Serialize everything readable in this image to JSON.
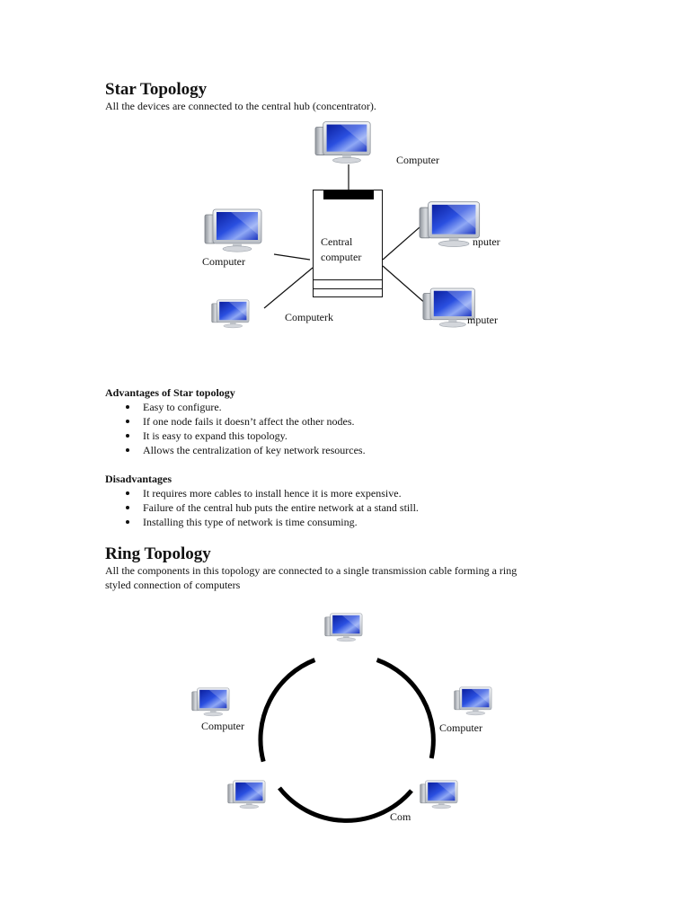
{
  "star": {
    "title": "Star Topology",
    "intro": "All the devices are connected to the central hub (concentrator).",
    "hub_label_line1": "Central",
    "hub_label_line2": "computer",
    "labels": {
      "top": "Computer",
      "left": "Computer",
      "right_upper": "nputer",
      "right_lower": "mputer",
      "bottom_left": "Computerk"
    },
    "advantages_heading": "Advantages of Star topology",
    "advantages": [
      "Easy to configure.",
      "If one node fails it doesn’t affect the other nodes.",
      "It is easy to expand this topology.",
      "Allows the centralization of key network resources."
    ],
    "disadvantages_heading": "Disadvantages",
    "disadvantages": [
      "It requires more cables to install hence it is more expensive.",
      "Failure of the central hub puts the entire network at a stand still.",
      "Installing this type of network is time consuming."
    ]
  },
  "ring": {
    "title": "Ring Topology",
    "intro_line1": "All the components in this topology are connected to a single transmission cable forming a ring",
    "intro_line2": "styled connection of computers",
    "labels": {
      "left": "Computer",
      "right": "Computer",
      "bottom_right": "Com"
    }
  },
  "icons": {
    "computer": "computer-monitor-icon",
    "hub": "server-tower-icon"
  },
  "colors": {
    "screen": "#1a36c8",
    "screen_highlight": "#6f8df0",
    "bezel": "#d9dde3",
    "text": "#111111"
  }
}
